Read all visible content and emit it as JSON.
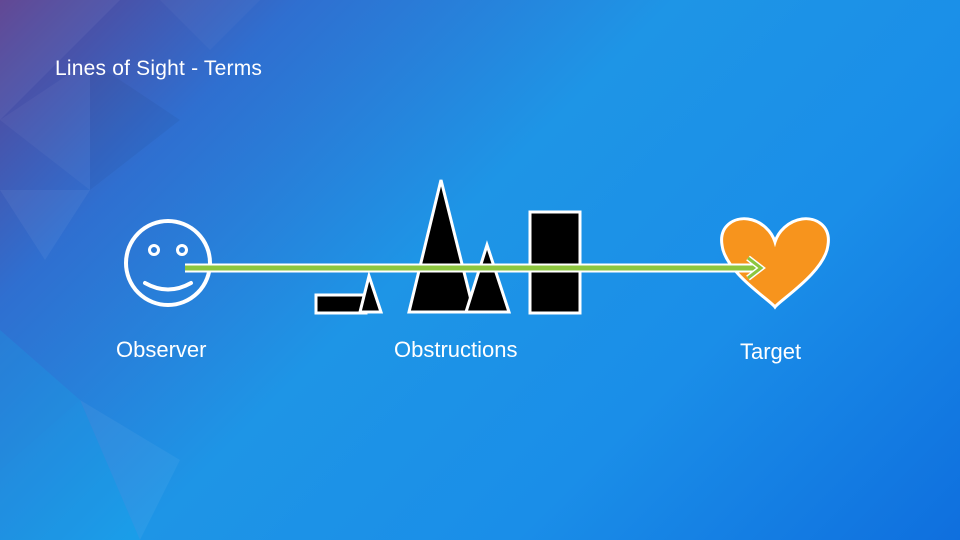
{
  "slide": {
    "title": "Lines of Sight - Terms"
  },
  "labels": {
    "observer": "Observer",
    "obstructions": "Obstructions",
    "target": "Target"
  },
  "colors": {
    "line_of_sight": "#8cc63f",
    "target": "#f7941d",
    "obstruction_fill": "#000000",
    "outline": "#ffffff"
  },
  "icons": {
    "observer": "smiley-face-icon",
    "target": "heart-icon"
  }
}
